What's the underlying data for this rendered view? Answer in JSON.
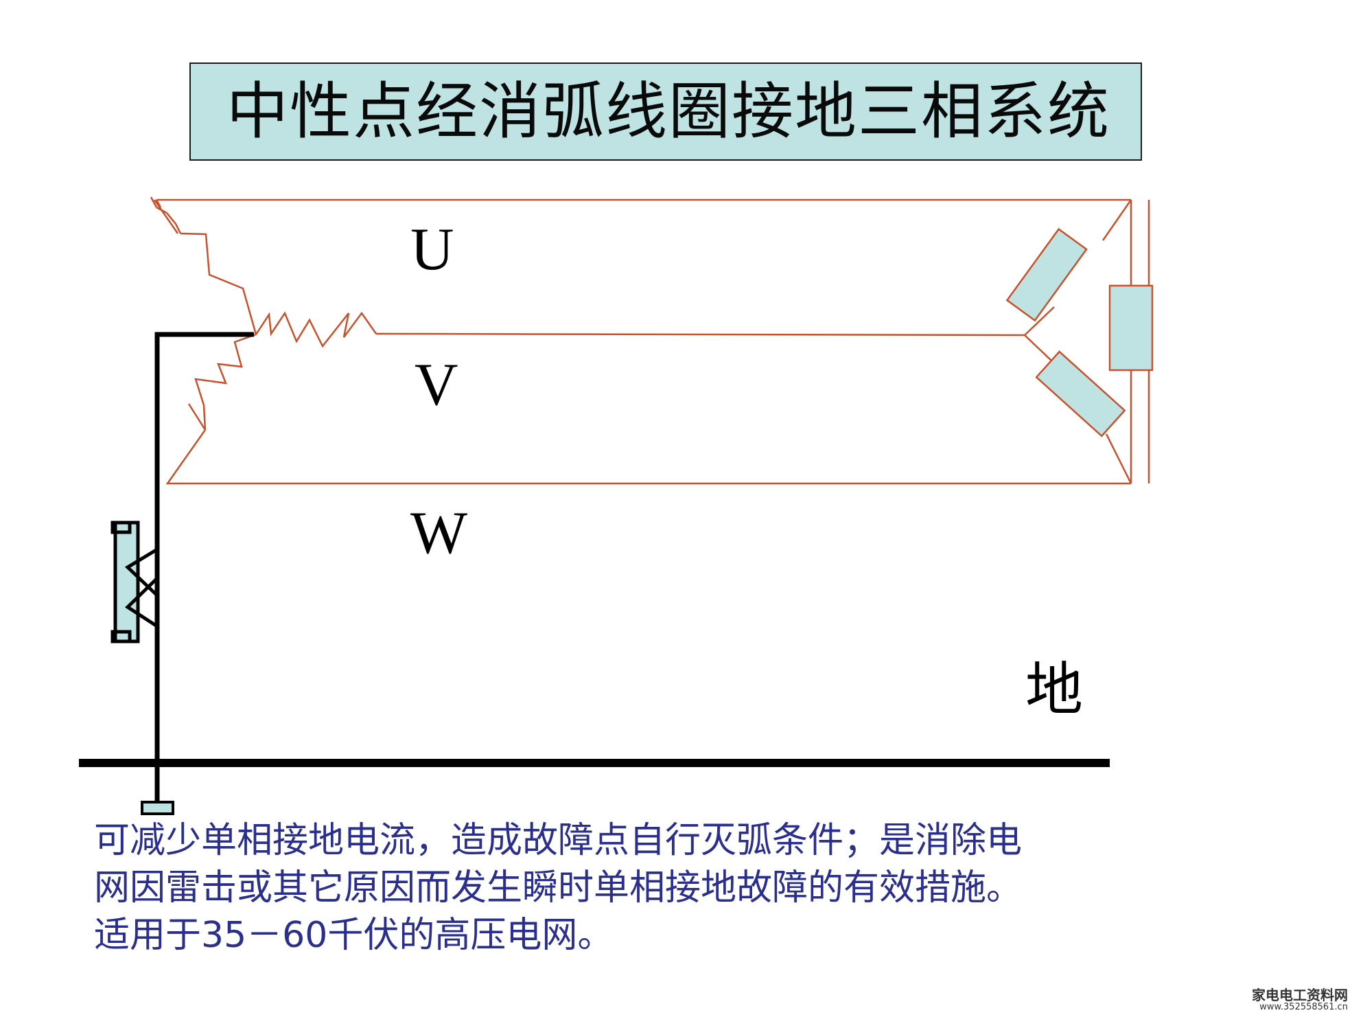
{
  "title": "中性点经消弧线圈接地三相系统",
  "phases": {
    "u": "U",
    "v": "V",
    "w": "W"
  },
  "ground_label": "地",
  "description": [
    "可减少单相接地电流，造成故障点自行灭弧条件；是消除电",
    "网因雷击或其它原因而发生瞬时单相接地故障的有效措施。",
    "适用于35－60千伏的高压电网。"
  ],
  "watermark": {
    "name": "家电电工资料网",
    "url": "www.352558561.cn"
  },
  "colors": {
    "wire": "#c8502a",
    "fill": "#bfe3e3",
    "text_blue": "#2a2e8c"
  },
  "icons": [
    "arc-suppression-coil-icon",
    "ground-electrode-icon",
    "delta-load-icon",
    "star-winding-icon"
  ]
}
